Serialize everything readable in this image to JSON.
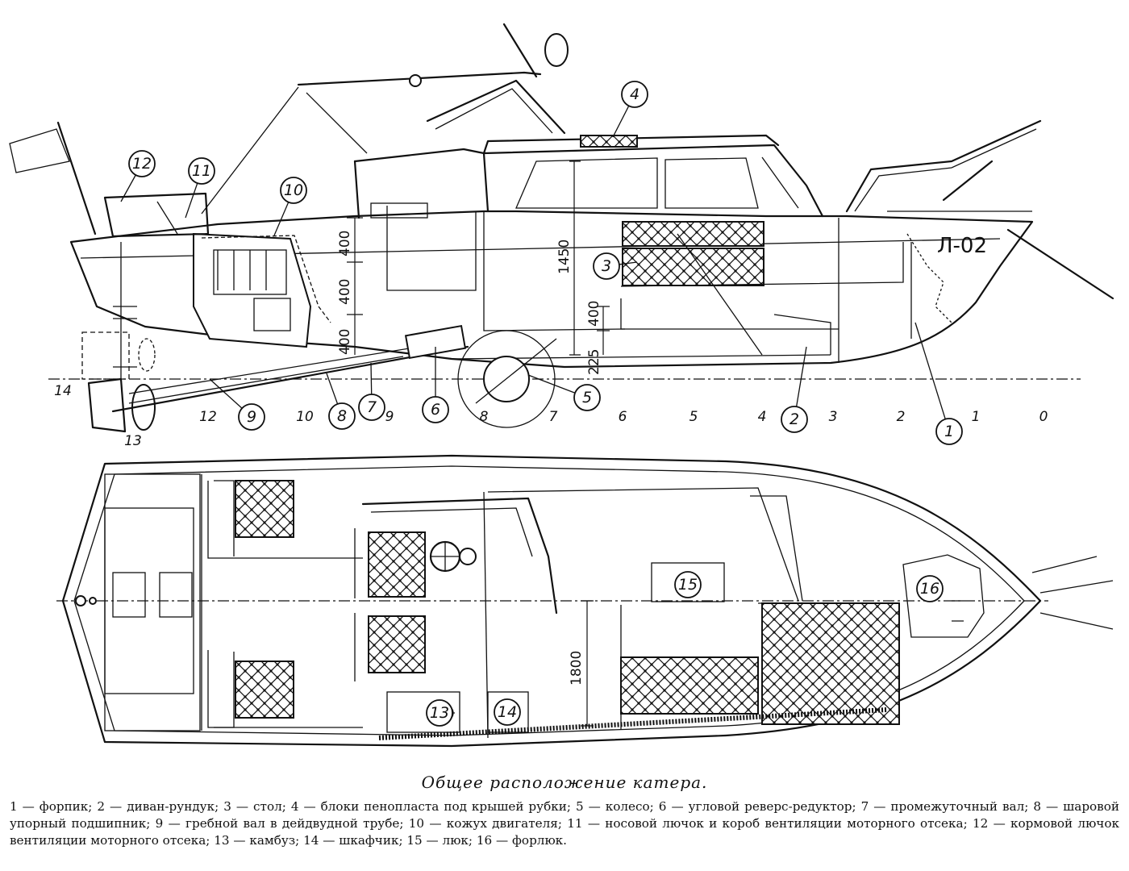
{
  "caption": {
    "title": "Общее расположение катера.",
    "legend": [
      "1 — форпик;",
      "2 — диван-рундук;",
      "3 — стол;",
      "4 — блоки пенопласта под крышей рубки;",
      "5 — колесо;",
      "6 — угловой реверс-редуктор;",
      "7 — промежуточный вал;",
      "8 — шаровой упорный подшипник;",
      "9 — гребной вал в дейдвудной трубе;",
      "10 — кожух двигателя;",
      "11 — носовой лючок и короб вентиляции моторного отсека;",
      "12 — кормовой лючок вентиляции моторного отсека;",
      "13 — камбуз;",
      "14 — шкафчик;",
      "15 — люк;",
      "16 — форлюк."
    ]
  },
  "hull_marking": "Л-02",
  "dimensions": {
    "d1": "1450",
    "d2": "400",
    "d3": "400",
    "d4": "400",
    "d5": "400",
    "d6": "225",
    "d7": "1800"
  },
  "frame_numbers": [
    "14",
    "13",
    "12",
    "10",
    "9",
    "8",
    "7",
    "6",
    "5",
    "4",
    "3",
    "2",
    "1",
    "0"
  ],
  "callouts": [
    "1",
    "2",
    "3",
    "4",
    "5",
    "6",
    "7",
    "8",
    "9",
    "10",
    "11",
    "12",
    "13",
    "14",
    "15",
    "16"
  ]
}
